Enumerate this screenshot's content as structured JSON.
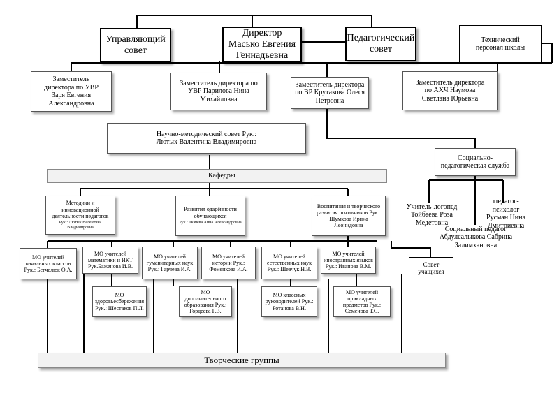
{
  "top": {
    "governing_council": "Управляющий совет",
    "director": "Директор Масько Евгения Геннадьевна",
    "pedagogical_council": "Педагогический совет",
    "technical_staff": "Технический персонал школы"
  },
  "deputies": {
    "uvr1": "Заместитель директора по УВР Заря Евгения Александровна",
    "uvr2": "Заместитель директора по УВР Парилова Нина Михайловна",
    "vr": "Заместитель директора по ВР Крутакова Олеся Петровна",
    "ahch": "Заместитель директора по АХЧ Наумова Светлана Юрьевна"
  },
  "method_council": "Научно-методический совет Рук.: Лютых Валентина Владимировна",
  "kafedry": "Кафедры",
  "departments": {
    "methods": "Методики и инновационной деятельности педагогов",
    "methods_head": "Рук.: Лютых Валентина Владимировна",
    "gifted": "Развития одарённости обучающихся",
    "gifted_head": "Рук.: Ткачева Анна Александровна",
    "upbringing": "Воспитания и творческого развития школьников Рук.: Шумкова Ирина Леонидовна"
  },
  "social_service": {
    "title": "Социально-педагогическая служба",
    "speech_therapist": "Учитель-логопед Тойбаева Роза Медетовна",
    "psychologist": "Педагог- психолог Русман Нина Дмитриевна",
    "social_pedagogue": "Социальный педагог Абдулсалыкова Сабрина Залимхановна"
  },
  "student_council": "Совет учащихся",
  "mo_row1": [
    "МО учителей начальных классов Рук.: Бегчелюк О.А.",
    "МО учителей математики и ИКТ Рук.Баженова И.В.",
    "МО учителей гуманитарных наук Рук.: Гарчева И.А.",
    "МО учителей истории Рук.: Фоменкова И.А.",
    "МО учителей естественных наук Рук.: Шевчук Н.В.",
    "МО учителей иностранных языков Рук.: Иванова В.М."
  ],
  "mo_row2": [
    "МО здоровьесбережения Рук.: Шестаков П.Л.",
    "МО дополнительного образования Рук.: Гордеева Г.В.",
    "МО классных руководителей Рук.: Ротанова В.Н.",
    "МО учителей прикладных предметов Рук.: Семенова Т.С."
  ],
  "creative_groups": "Творческие группы"
}
